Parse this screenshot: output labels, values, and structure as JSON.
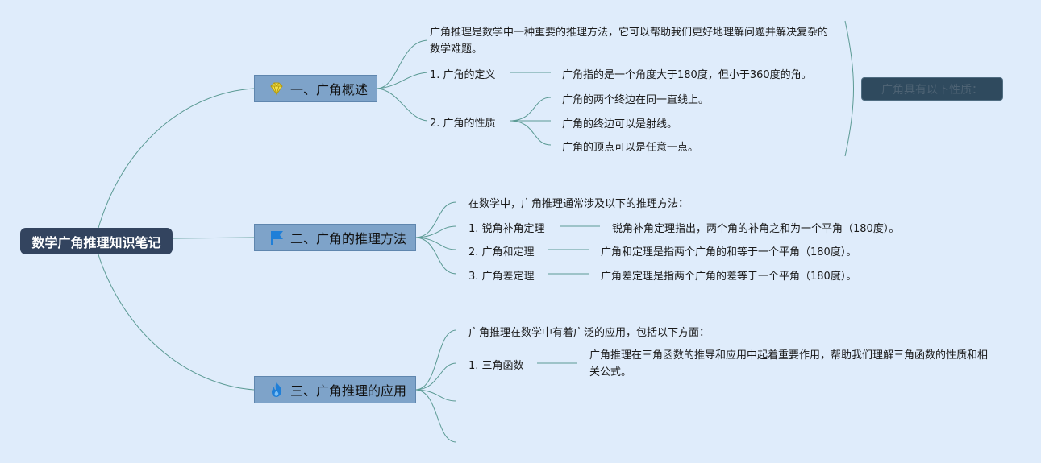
{
  "root": {
    "label": "数学广角推理知识笔记"
  },
  "branches": [
    {
      "label": "一、广角概述",
      "icon": "diamond-icon",
      "intro": "广角推理是数学中一种重要的推理方法，它可以帮助我们更好地理解问题并解决复杂的数学难题。",
      "items": [
        {
          "label": "1. 广角的定义",
          "details": [
            "广角指的是一个角度大于180度，但小于360度的角。"
          ]
        },
        {
          "label": "2. 广角的性质",
          "details": [
            "广角的两个终边在同一直线上。",
            "广角的终边可以是射线。",
            "广角的顶点可以是任意一点。"
          ]
        }
      ],
      "summary": "广角具有以下性质："
    },
    {
      "label": "二、广角的推理方法",
      "icon": "flag-icon",
      "intro": "在数学中，广角推理通常涉及以下的推理方法：",
      "items": [
        {
          "label": "1. 锐角补角定理",
          "details": [
            "锐角补角定理指出，两个角的补角之和为一个平角（180度）。"
          ]
        },
        {
          "label": "2. 广角和定理",
          "details": [
            "广角和定理是指两个广角的和等于一个平角（180度）。"
          ]
        },
        {
          "label": "3. 广角差定理",
          "details": [
            "广角差定理是指两个广角的差等于一个平角（180度）。"
          ]
        }
      ]
    },
    {
      "label": "三、广角推理的应用",
      "icon": "flame-icon",
      "intro": "广角推理在数学中有着广泛的应用，包括以下方面：",
      "items": [
        {
          "label": "1. 三角函数",
          "details": [
            "广角推理在三角函数的推导和应用中起着重要作用，帮助我们理解三角函数的性质和相关公式。"
          ]
        }
      ]
    }
  ],
  "colors": {
    "background": "#dfecfb",
    "root": "#33445f",
    "branch": "#7ea3c9",
    "line": "#5b9a94",
    "summary": "#2f4a5e"
  }
}
